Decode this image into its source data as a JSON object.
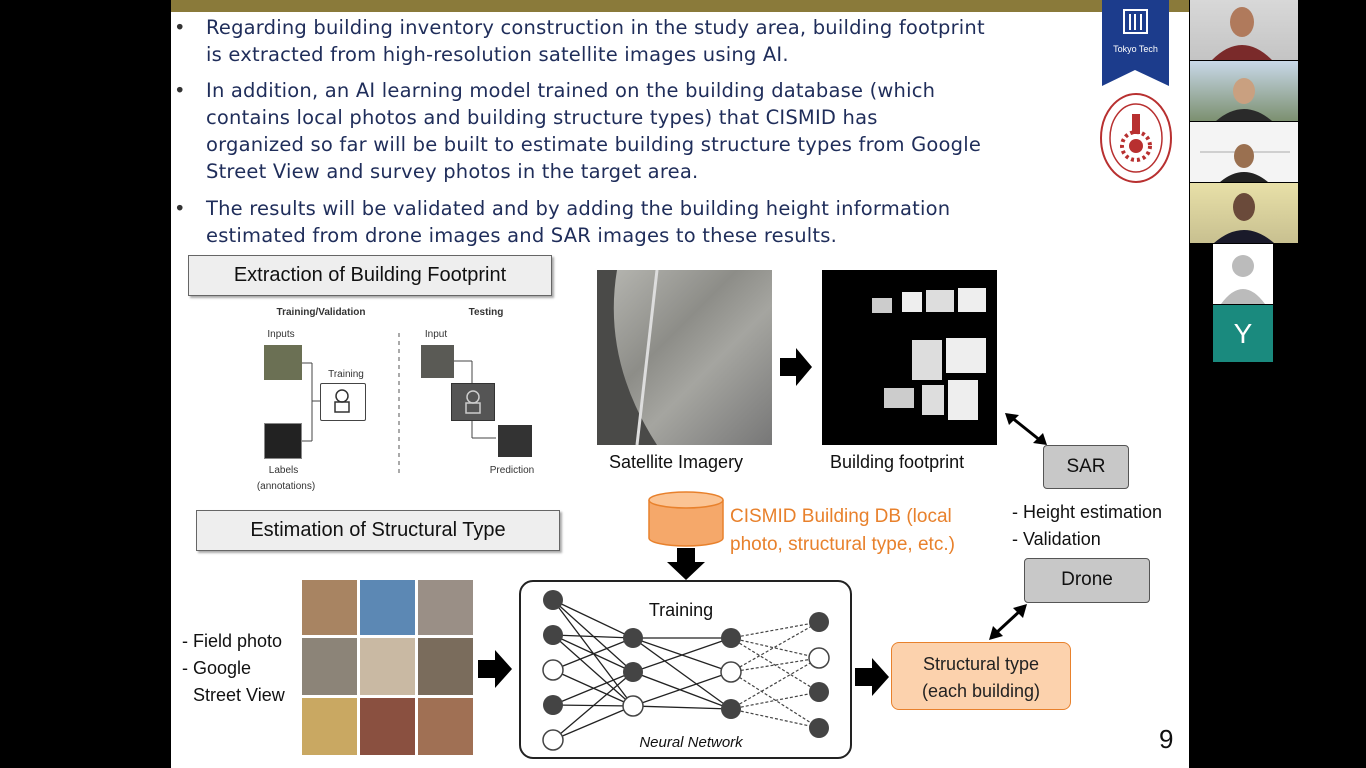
{
  "slide": {
    "bullets": [
      {
        "line1": "Regarding building inventory construction in the study area, building footprint",
        "line2": "is extracted from high-resolution satellite images using AI."
      },
      {
        "line1": "In addition, an AI learning model trained on the building database (which",
        "line2": "contains local photos and building structure types) that CISMID has",
        "line3": "organized so far will be built to estimate building structure types from Google",
        "line4": "Street View and survey photos in the target area."
      },
      {
        "line1": "The results will be validated and by adding the building height information",
        "line2": "estimated from drone images and SAR images to these results."
      }
    ],
    "bullet_char": "•",
    "logo_text": "Tokyo Tech",
    "extraction_title": "Extraction of Building Footprint",
    "diagram": {
      "training_validation": "Training/Validation",
      "testing": "Testing",
      "inputs": "Inputs",
      "input": "Input",
      "training": "Training",
      "labels": "Labels",
      "annotations": "(annotations)",
      "prediction": "Prediction"
    },
    "satellite_caption": "Satellite Imagery",
    "footprint_caption": "Building footprint",
    "sar_label": "SAR",
    "height_estimation": "- Height estimation",
    "validation": "- Validation",
    "drone_label": "Drone",
    "db_line1": "CISMID Building DB (local",
    "db_line2": "photo, structural type, etc.)",
    "structural_title": "Estimation of Structural Type",
    "field_photo": "- Field photo",
    "google": "- Google",
    "street_view": "Street View",
    "nn_training": "Training",
    "nn_label": "Neural Network",
    "structural_type_line1": "Structural type",
    "structural_type_line2": "(each building)",
    "page_number": "9"
  },
  "participants": {
    "y_initial": "Y"
  },
  "colors": {
    "bullet_text": "#1f2d5a",
    "orange": "#e8812c",
    "orange_fill": "#fcd2ad",
    "participant_teal": "#1a8a7e",
    "top_bar": "#8a7a3a"
  }
}
